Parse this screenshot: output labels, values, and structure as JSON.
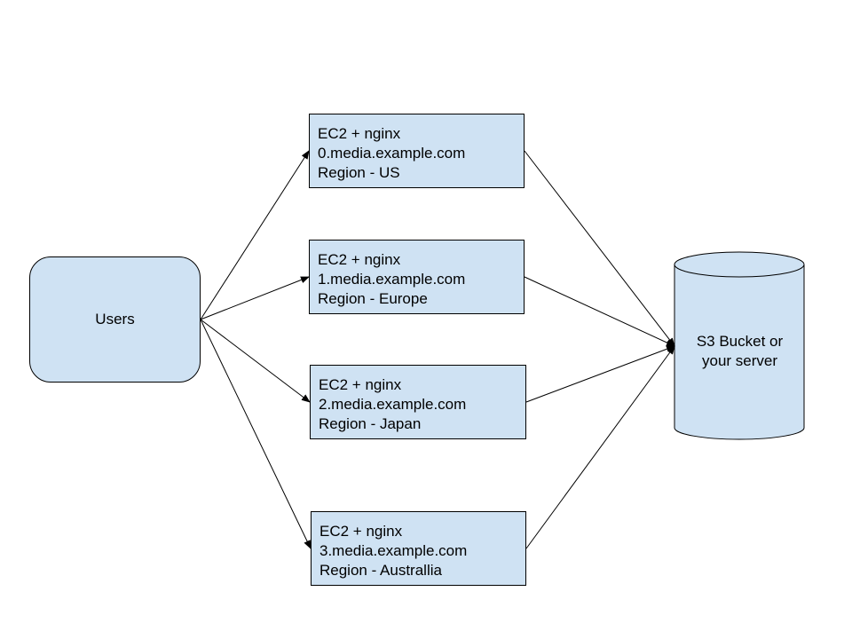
{
  "users": {
    "label": "Users"
  },
  "servers": [
    {
      "lines": [
        "EC2 + nginx",
        "0.media.example.com",
        "Region - US"
      ]
    },
    {
      "lines": [
        "EC2 + nginx",
        "1.media.example.com",
        "Region - Europe"
      ]
    },
    {
      "lines": [
        "EC2 + nginx",
        "2.media.example.com",
        "Region - Japan"
      ]
    },
    {
      "lines": [
        "EC2 + nginx",
        "3.media.example.com",
        "Region - Australlia"
      ]
    }
  ],
  "storage": {
    "lines": [
      "S3 Bucket or",
      "your server"
    ]
  },
  "colors": {
    "node_fill": "#cfe2f3",
    "stroke": "#000000"
  }
}
